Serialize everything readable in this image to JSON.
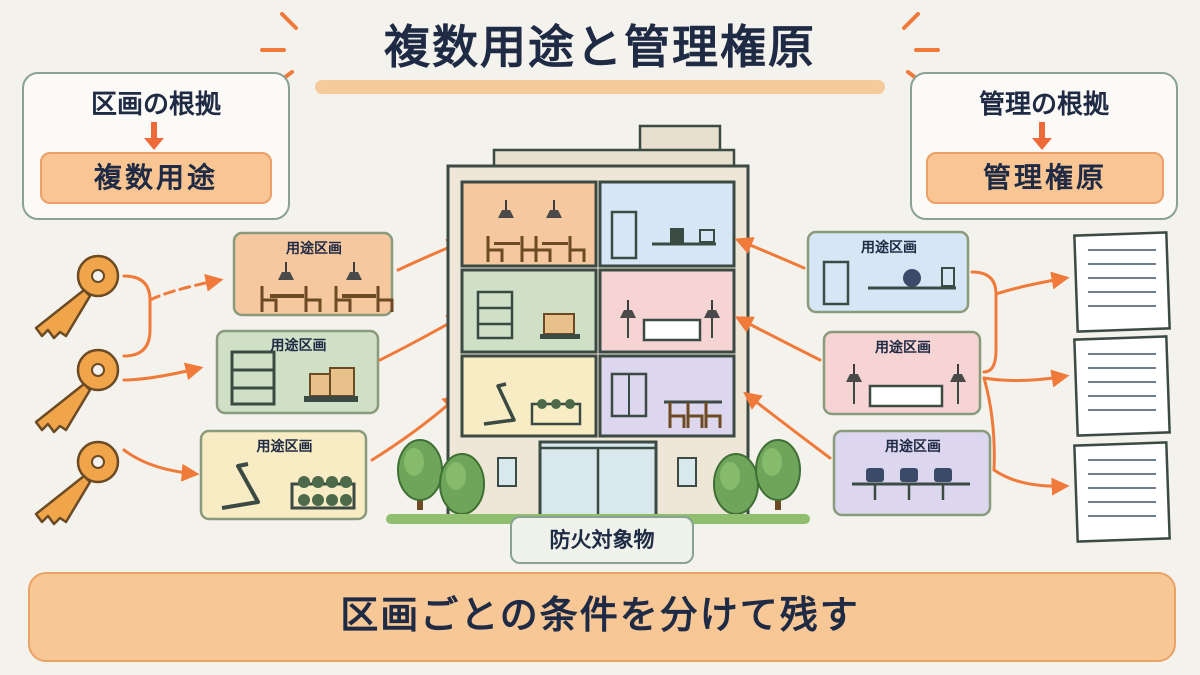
{
  "title": "複数用途と管理権原",
  "left_basis": {
    "label": "区画の根拠",
    "value": "複数用途"
  },
  "right_basis": {
    "label": "管理の根拠",
    "value": "管理権原"
  },
  "zone_label": "用途区画",
  "building_label": "防火対象物",
  "bottom_message": "区画ごとの条件を分けて残す",
  "colors": {
    "accent_orange": "#ef7a3a",
    "banner": "#f7c795",
    "navy_text": "#1f2a44",
    "key": "#f0a54a",
    "zone_orange": "#f6c8a0",
    "zone_green": "#cfe0c6",
    "zone_yellow": "#f7ecc4",
    "zone_blue": "#d6e6f4",
    "zone_pink": "#f6d4d4",
    "zone_purple": "#dcd6ee"
  },
  "icons": [
    "key-icon",
    "document-icon",
    "tree-icon",
    "lamp-icon",
    "chair-icon",
    "bed-icon",
    "shelf-icon",
    "treadmill-icon",
    "dumbbell-rack-icon",
    "desk-icon"
  ]
}
